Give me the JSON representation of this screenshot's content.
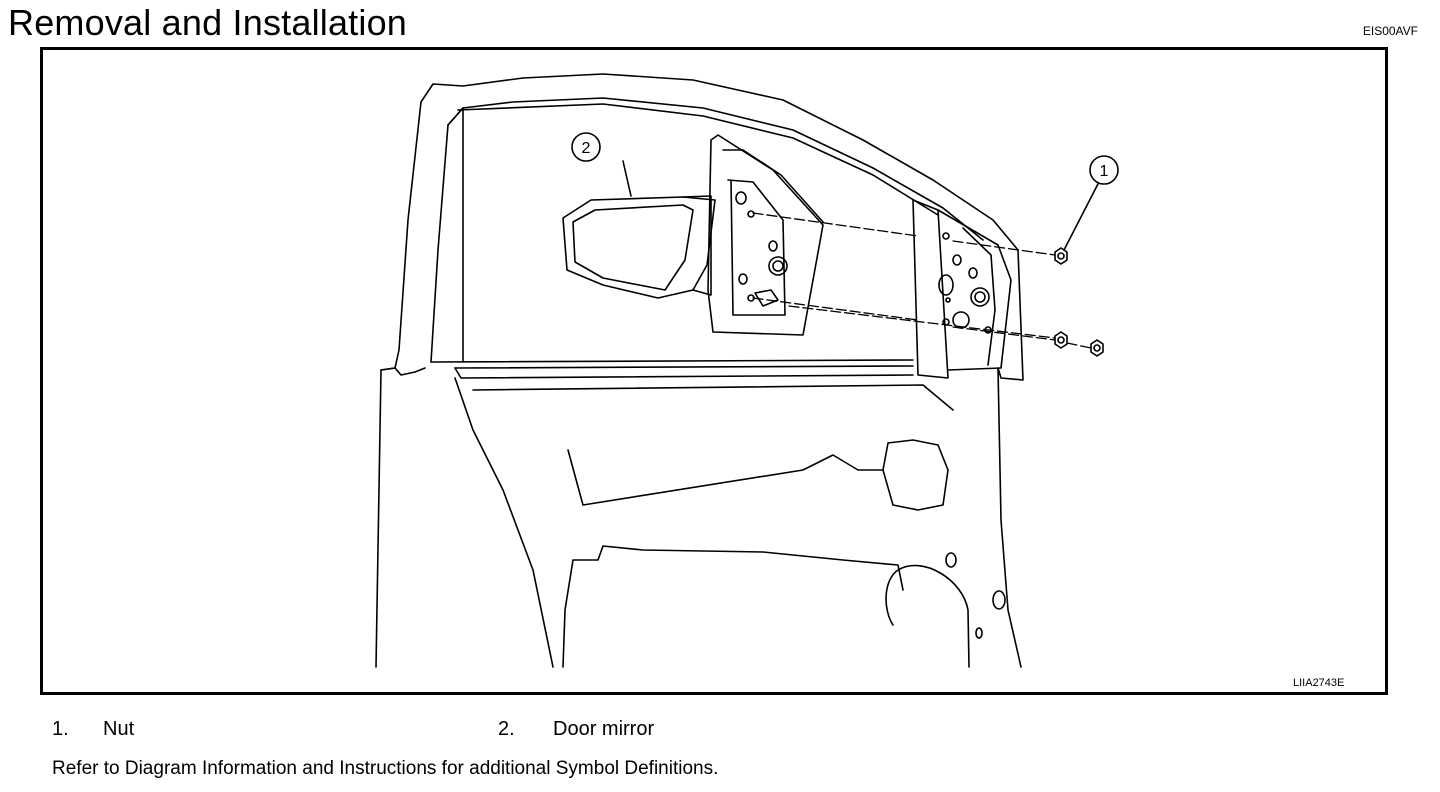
{
  "header": {
    "title": "Removal and Installation",
    "doc_code": "EIS00AVF"
  },
  "figure": {
    "figure_code": "LIIA2743E",
    "callouts": [
      {
        "number": "1"
      },
      {
        "number": "2"
      }
    ]
  },
  "legend": {
    "items": [
      {
        "number": "1.",
        "label": "Nut"
      },
      {
        "number": "2.",
        "label": "Door mirror"
      }
    ]
  },
  "note": "Refer to Diagram Information and Instructions for additional Symbol Definitions."
}
